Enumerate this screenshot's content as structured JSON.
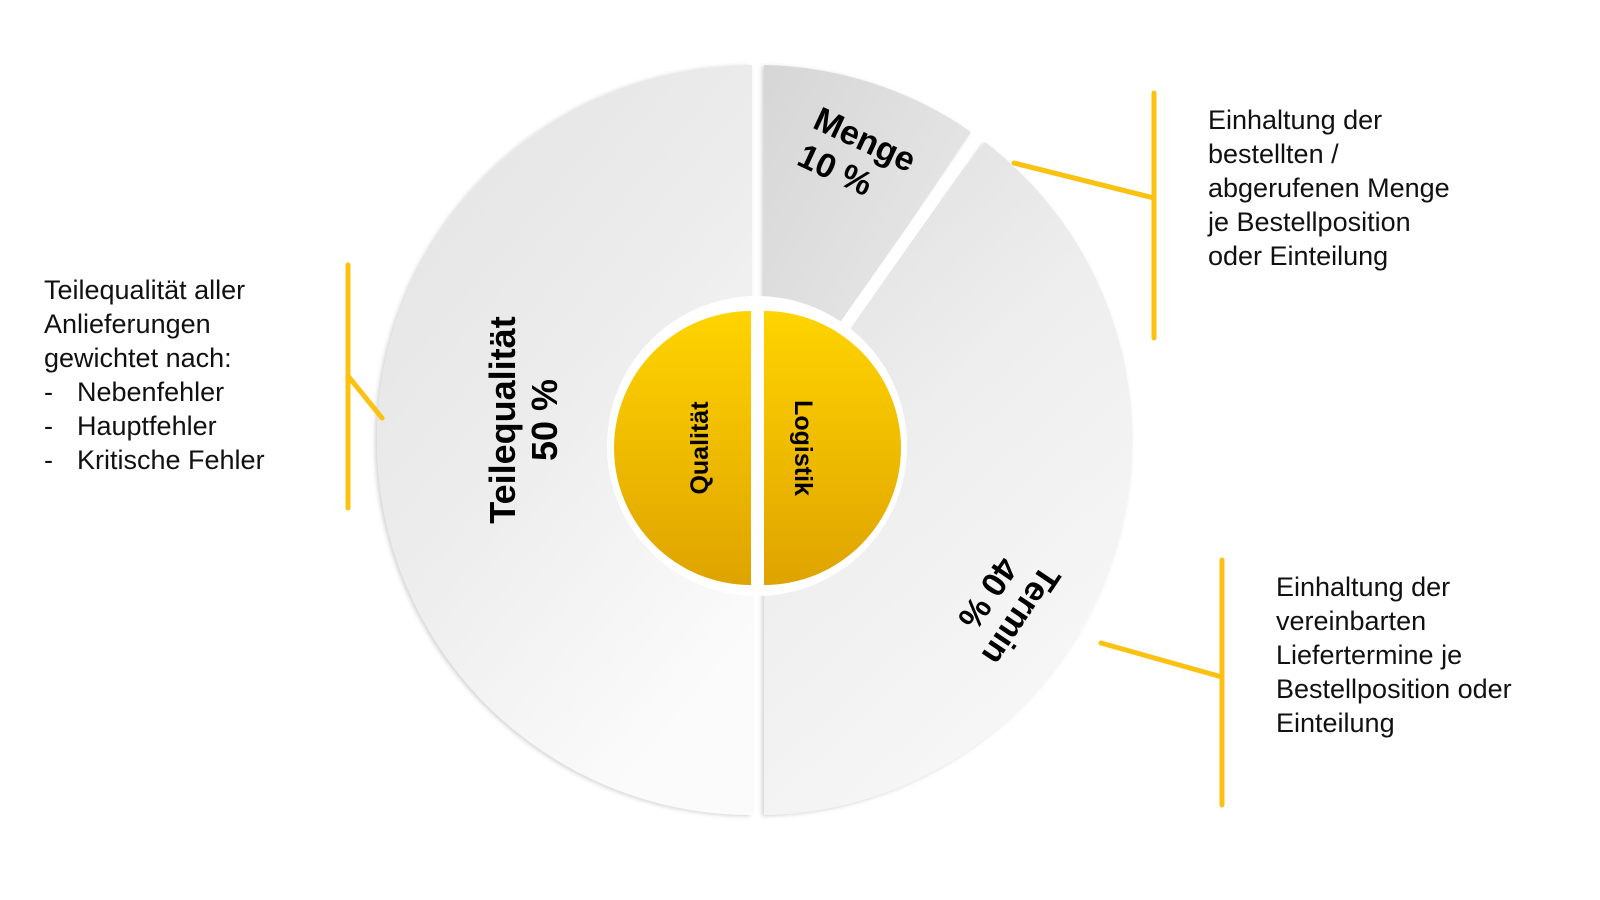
{
  "chart_data": {
    "type": "pie",
    "title": "",
    "inner_ring": {
      "segments": [
        {
          "label": "Qualität",
          "value": 50
        },
        {
          "label": "Logistik",
          "value": 50
        }
      ],
      "color": "#F2B705"
    },
    "outer_ring": {
      "segments": [
        {
          "label": "Teilequalität",
          "value": 50,
          "value_label": "50 %",
          "parent": "Qualität"
        },
        {
          "label": "Menge",
          "value": 10,
          "value_label": "10 %",
          "parent": "Logistik"
        },
        {
          "label": "Termin",
          "value": 40,
          "value_label": "40 %",
          "parent": "Logistik"
        }
      ],
      "color": "#E6E6E6"
    },
    "annotations": [
      {
        "target": "Teilequalität",
        "text": "Teilequalität aller Anlieferungen gewichtet nach: - Nebenfehler - Hauptfehler - Kritische Fehler"
      },
      {
        "target": "Menge",
        "text": "Einhaltung der bestellten / abgerufenen Menge je Bestellposition oder Einteilung"
      },
      {
        "target": "Termin",
        "text": "Einhaltung der vereinbarten Liefertermine je Bestellposition oder Einteilung"
      }
    ],
    "legend": "none",
    "grid": false
  },
  "colors": {
    "accent": "#FCC211",
    "yellow_top": "#FFD400",
    "yellow_bottom": "#E0A400",
    "ring_light": "#F7F7F7",
    "ring_dark": "#D9D9D9"
  },
  "inner": {
    "left_label": "Qualität",
    "right_label": "Logistik"
  },
  "segments": {
    "teilequalitaet": {
      "name": "Teilequalität",
      "pct": "50 %"
    },
    "menge": {
      "name": "Menge",
      "pct": "10 %"
    },
    "termin": {
      "name": "Termin",
      "pct": "40 %"
    }
  },
  "callouts": {
    "left": {
      "lines": [
        "Teilequalität aller",
        "Anlieferungen",
        "gewichtet nach:"
      ],
      "bullets": [
        "Nebenfehler",
        "Hauptfehler",
        "Kritische Fehler"
      ],
      "dash": "-"
    },
    "top_right": {
      "lines": [
        "Einhaltung der",
        "bestellten /",
        "abgerufenen Menge",
        "je Bestellposition",
        "oder Einteilung"
      ]
    },
    "bottom_right": {
      "lines": [
        "Einhaltung der",
        "vereinbarten",
        "Liefertermine je",
        "Bestellposition oder",
        "Einteilung"
      ]
    }
  }
}
